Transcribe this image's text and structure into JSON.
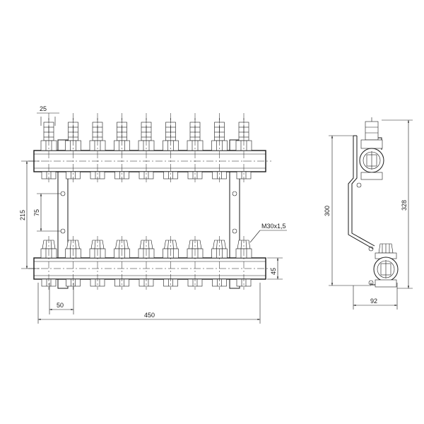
{
  "drawing": {
    "front_view": {
      "outlet_count": 9,
      "dimensions": {
        "outlet_width": "25",
        "header_spacing": "215",
        "bracket_span": "75",
        "thread": "M30x1,5",
        "header_height": "45",
        "first_outlet_offset": "50",
        "overall_length": "450"
      }
    },
    "side_view": {
      "dimensions": {
        "bracket_height": "300",
        "overall_height": "328",
        "depth": "92"
      }
    }
  }
}
